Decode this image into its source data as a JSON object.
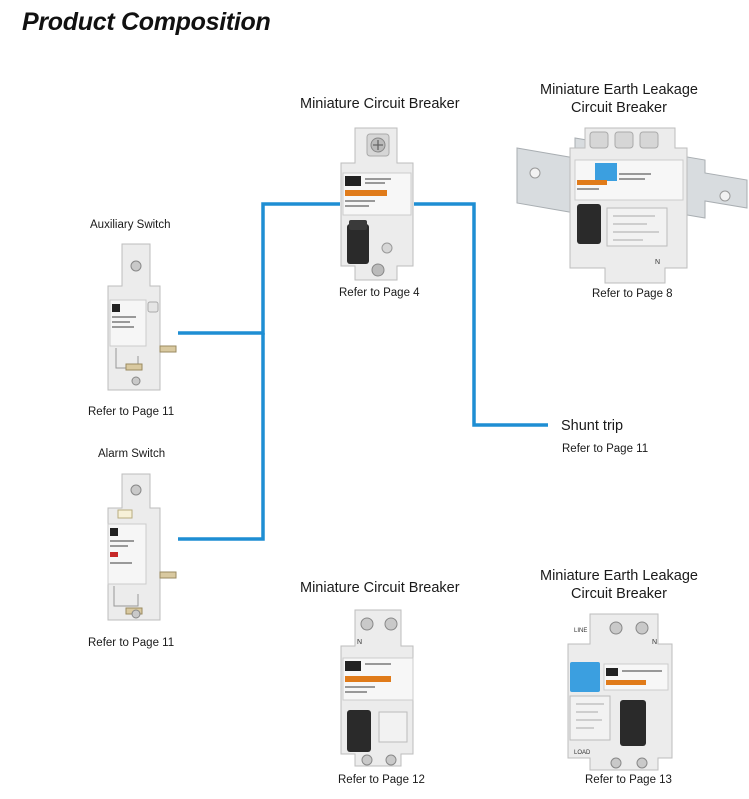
{
  "page_title": "Product Composition",
  "colors": {
    "wire": "#1e8ed3",
    "device_body": "#e9e9e9",
    "handle": "#2a2a2a",
    "accent_orange": "#e07b1a",
    "accent_blue": "#3b9fe0",
    "din_rail": "#cfd3d6"
  },
  "products": {
    "mcb_top": {
      "label": "Miniature Circuit Breaker",
      "ref": "Refer to Page 4"
    },
    "elcb_top": {
      "label_line1": "Miniature Earth Leakage",
      "label_line2": "Circuit Breaker",
      "ref": "Refer to Page 8"
    },
    "aux_switch": {
      "label": "Auxiliary Switch",
      "ref": "Refer to Page 11"
    },
    "alarm_switch": {
      "label": "Alarm Switch",
      "ref": "Refer to Page 11"
    },
    "shunt_trip": {
      "label": "Shunt trip",
      "ref": "Refer to Page 11"
    },
    "mcb_bottom": {
      "label": "Miniature Circuit Breaker",
      "ref": "Refer to Page 12"
    },
    "elcb_bottom": {
      "label_line1": "Miniature Earth Leakage",
      "label_line2": "Circuit Breaker",
      "ref": "Refer to Page 13"
    }
  },
  "device_text": {
    "n_terminal": "N",
    "line_terminal": "LINE",
    "load_terminal": "LOAD"
  }
}
